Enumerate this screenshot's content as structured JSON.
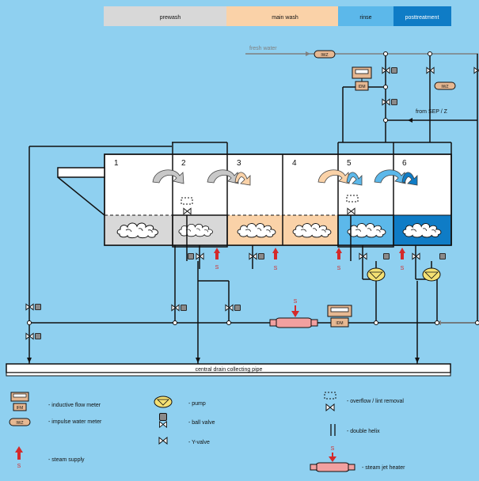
{
  "colors": {
    "background": "#8fd0f0",
    "prewash": "#d8d8d8",
    "mainwash": "#fad2a8",
    "rinse": "#5cb8ea",
    "posttreatment": "#0f7cc6",
    "steam": "#d42a2a",
    "pump": "#f4e073",
    "meter": "#e6b892",
    "line": "#111111",
    "fresh_water_line": "#7f7f7f"
  },
  "phases": [
    {
      "label": "prewash",
      "color": "prewash"
    },
    {
      "label": "main wash",
      "color": "mainwash"
    },
    {
      "label": "rinse",
      "color": "rinse"
    },
    {
      "label": "posttreatment",
      "color": "posttreatment"
    }
  ],
  "compartments": [
    "1",
    "2",
    "3",
    "4",
    "5",
    "6"
  ],
  "labels": {
    "fresh_water": "fresh water",
    "from_sep": "from SEP / Z",
    "drain_pipe": "central drain collecting pipe",
    "steam_s": "S",
    "iwz": "IWZ",
    "idm": "IDM",
    "ifm": "IFM"
  },
  "legend": {
    "inductive_flow_meter": "- inductive flow meter",
    "impulse_water_meter": "- impulse water meter",
    "steam_supply": "- steam supply",
    "pump": "- pump",
    "ball_valve": "- ball valve",
    "y_valve": "- Y-valve",
    "overflow": "- overflow / lint removal",
    "double_helix": "- double helix",
    "steam_jet_heater": "- steam jet heater"
  }
}
